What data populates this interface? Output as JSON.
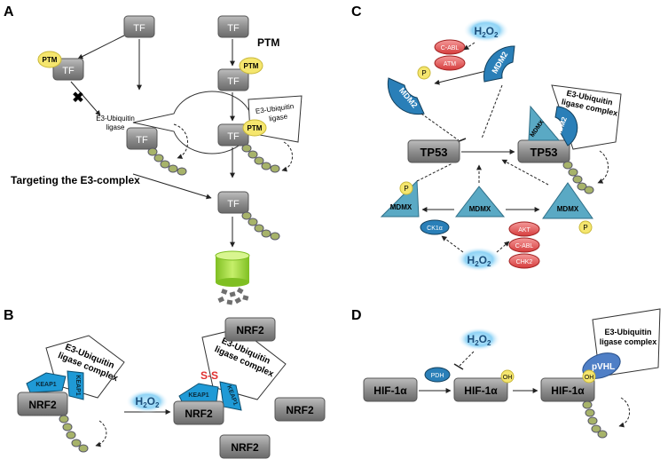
{
  "panels": {
    "a": {
      "letter": "A",
      "tf": "TF",
      "ptm": "PTM",
      "e3_ligase": [
        "E3-Ubiquitin",
        "ligase"
      ],
      "targeting": "Targeting the E3-complex",
      "ub": "ub"
    },
    "b": {
      "letter": "B",
      "nrf2": "NRF2",
      "keap1": "KEAP1",
      "e3_complex": [
        "E3-Ubiquitin",
        "ligase complex"
      ],
      "h2o2_main": "H",
      "h2o2_sub": "2",
      "h2o2_o": "O",
      "ss": "S-S"
    },
    "c": {
      "letter": "C",
      "tp53": "TP53",
      "mdm2": "MDM2",
      "mdmx": "MDMX",
      "p": "P",
      "c_abl": "C-ABL",
      "atm": "ATM",
      "akt": "AKT",
      "chk2": "CHK2",
      "ck1a": "CK1α",
      "e3_complex": [
        "E3-Ubiquitin",
        "ligase complex"
      ]
    },
    "d": {
      "letter": "D",
      "hif": "HIF-1α",
      "pdh": "PDH",
      "oh": "OH",
      "pvhl": "pVHL",
      "e3_complex": [
        "E3-Ubiquitin",
        "ligase complex"
      ]
    }
  },
  "colors": {
    "box_grey": "#8c8c8c",
    "ptm_yellow": "#f5e66e",
    "ub_green": "#a7b36a",
    "keap_blue": "#1f9ad6",
    "mdm2_blue": "#2a7fb8",
    "mdmx_teal": "#5aa9c4",
    "red_kinase": "#e35050",
    "h2o2_glow": "#8fd3f5",
    "proteasome_green": "#9bd13a",
    "ss_red": "#e03030"
  }
}
